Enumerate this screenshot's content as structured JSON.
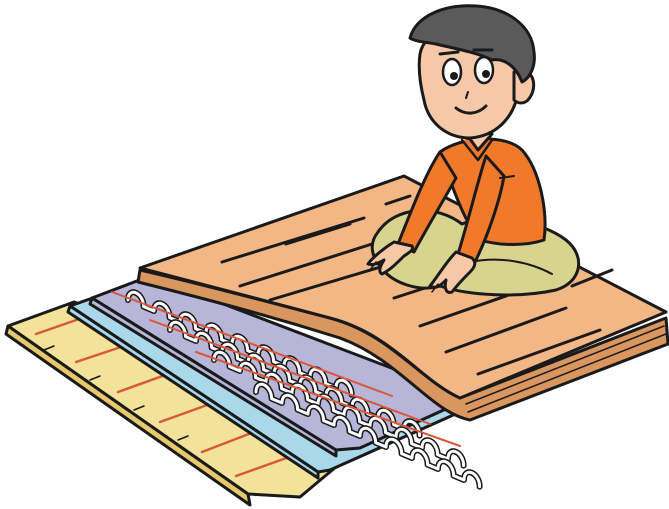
{
  "illustration": {
    "subject": "person-sitting-on-floor",
    "layers": [
      "wood-flooring",
      "heating-coil-panel",
      "insulation-sheet",
      "subfloor-boards"
    ],
    "colors": {
      "wood": "#F2B784",
      "wood_dark": "#D9965E",
      "coil_panel": "#B7B5D8",
      "coil_pipe": "#ffffff",
      "coil_line": "#D9573A",
      "insulation": "#A8D8EA",
      "subfloor": "#F3E29A",
      "subfloor_dark": "#E5C96A",
      "joist": "#D9573A",
      "shirt": "#F07A2A",
      "pants": "#D8D48F",
      "skin": "#F6C8A8",
      "hair": "#5A5A5A",
      "shadow": "#9BA5C9",
      "outline": "#1a1a1a"
    }
  }
}
